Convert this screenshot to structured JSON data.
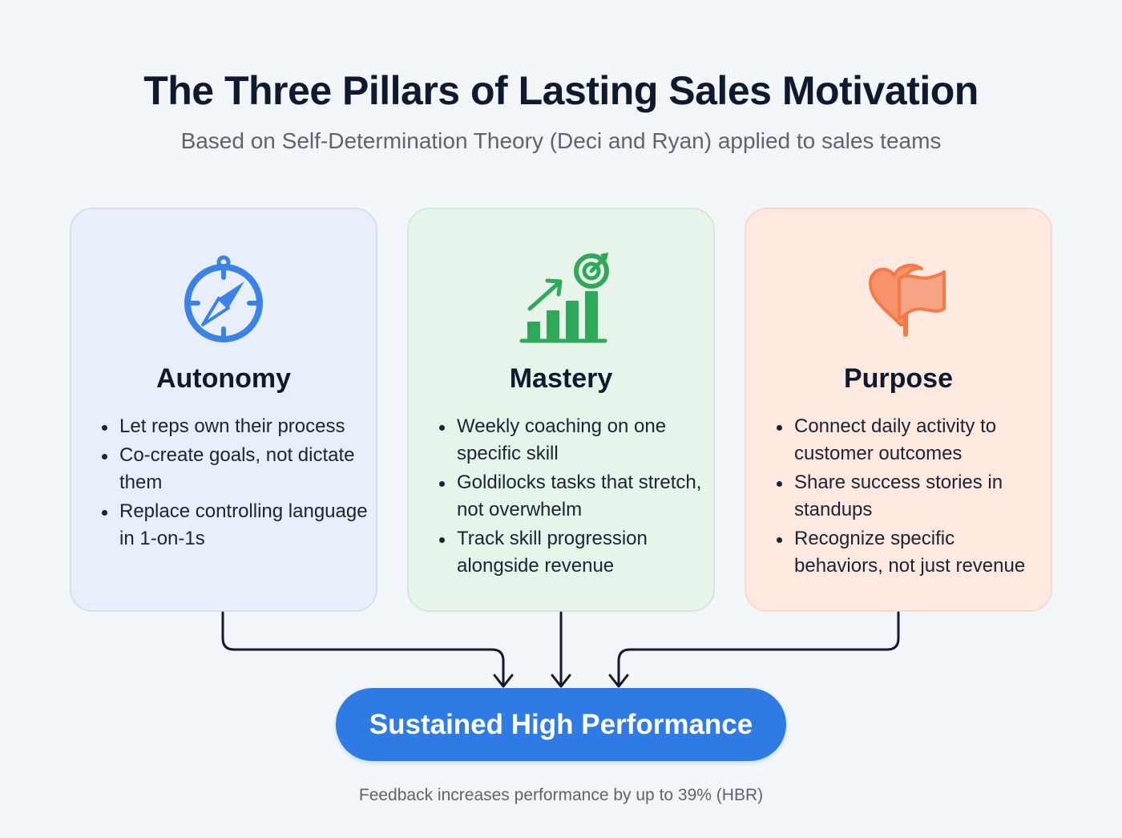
{
  "header": {
    "title": "The Three Pillars of Lasting Sales Motivation",
    "subtitle": "Based on Self-Determination Theory (Deci and Ryan) applied to sales teams"
  },
  "pillars": [
    {
      "title": "Autonomy",
      "icon": "compass-icon",
      "color": "#3b82e6",
      "bullets": [
        "Let reps own their process",
        "Co-create goals, not dictate them",
        "Replace controlling language in 1-on-1s"
      ]
    },
    {
      "title": "Mastery",
      "icon": "growth-chart-target-icon",
      "color": "#2fa85a",
      "bullets": [
        "Weekly coaching on one specific skill",
        "Goldilocks tasks that stretch, not overwhelm",
        "Track skill progression alongside revenue"
      ]
    },
    {
      "title": "Purpose",
      "icon": "heart-flag-icon",
      "color": "#f47a4a",
      "bullets": [
        "Connect daily activity to customer outcomes",
        "Share success stories in standups",
        "Recognize specific behaviors, not just revenue"
      ]
    }
  ],
  "result": {
    "label": "Sustained High Performance",
    "color": "#2f7be6"
  },
  "footnote": "Feedback increases performance by up to 39% (HBR)"
}
